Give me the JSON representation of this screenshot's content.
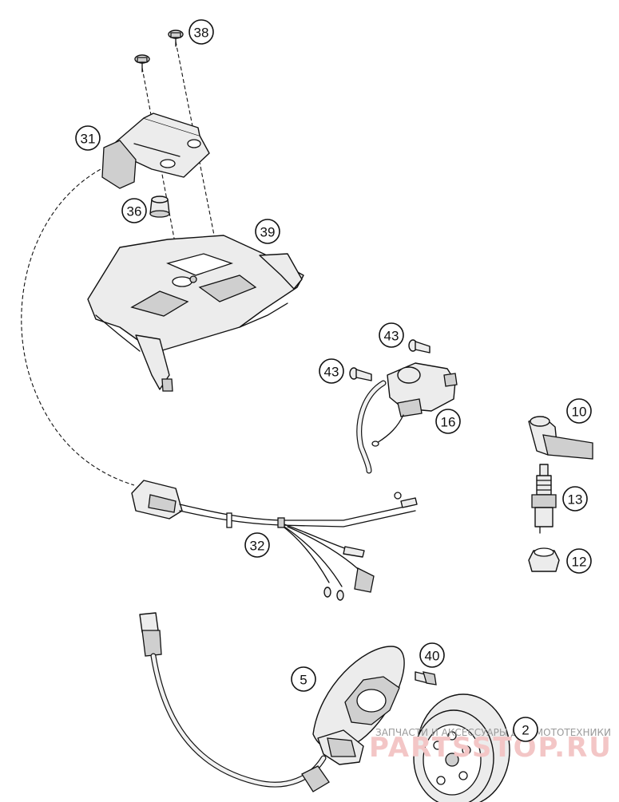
{
  "callouts": [
    {
      "id": "31",
      "label": "31"
    },
    {
      "id": "38",
      "label": "38"
    },
    {
      "id": "36",
      "label": "36"
    },
    {
      "id": "39",
      "label": "39"
    },
    {
      "id": "43a",
      "label": "43"
    },
    {
      "id": "43b",
      "label": "43"
    },
    {
      "id": "16",
      "label": "16"
    },
    {
      "id": "10",
      "label": "10"
    },
    {
      "id": "13",
      "label": "13"
    },
    {
      "id": "12",
      "label": "12"
    },
    {
      "id": "32",
      "label": "32"
    },
    {
      "id": "5",
      "label": "5"
    },
    {
      "id": "40",
      "label": "40"
    },
    {
      "id": "2",
      "label": "2"
    }
  ],
  "watermark": {
    "top_text": "ЗАПЧАСТИ И АКСЕССУАРЫ ДЛЯ МОТОТЕХНИКИ",
    "logo_text": "PARTSSTOP.RU"
  }
}
